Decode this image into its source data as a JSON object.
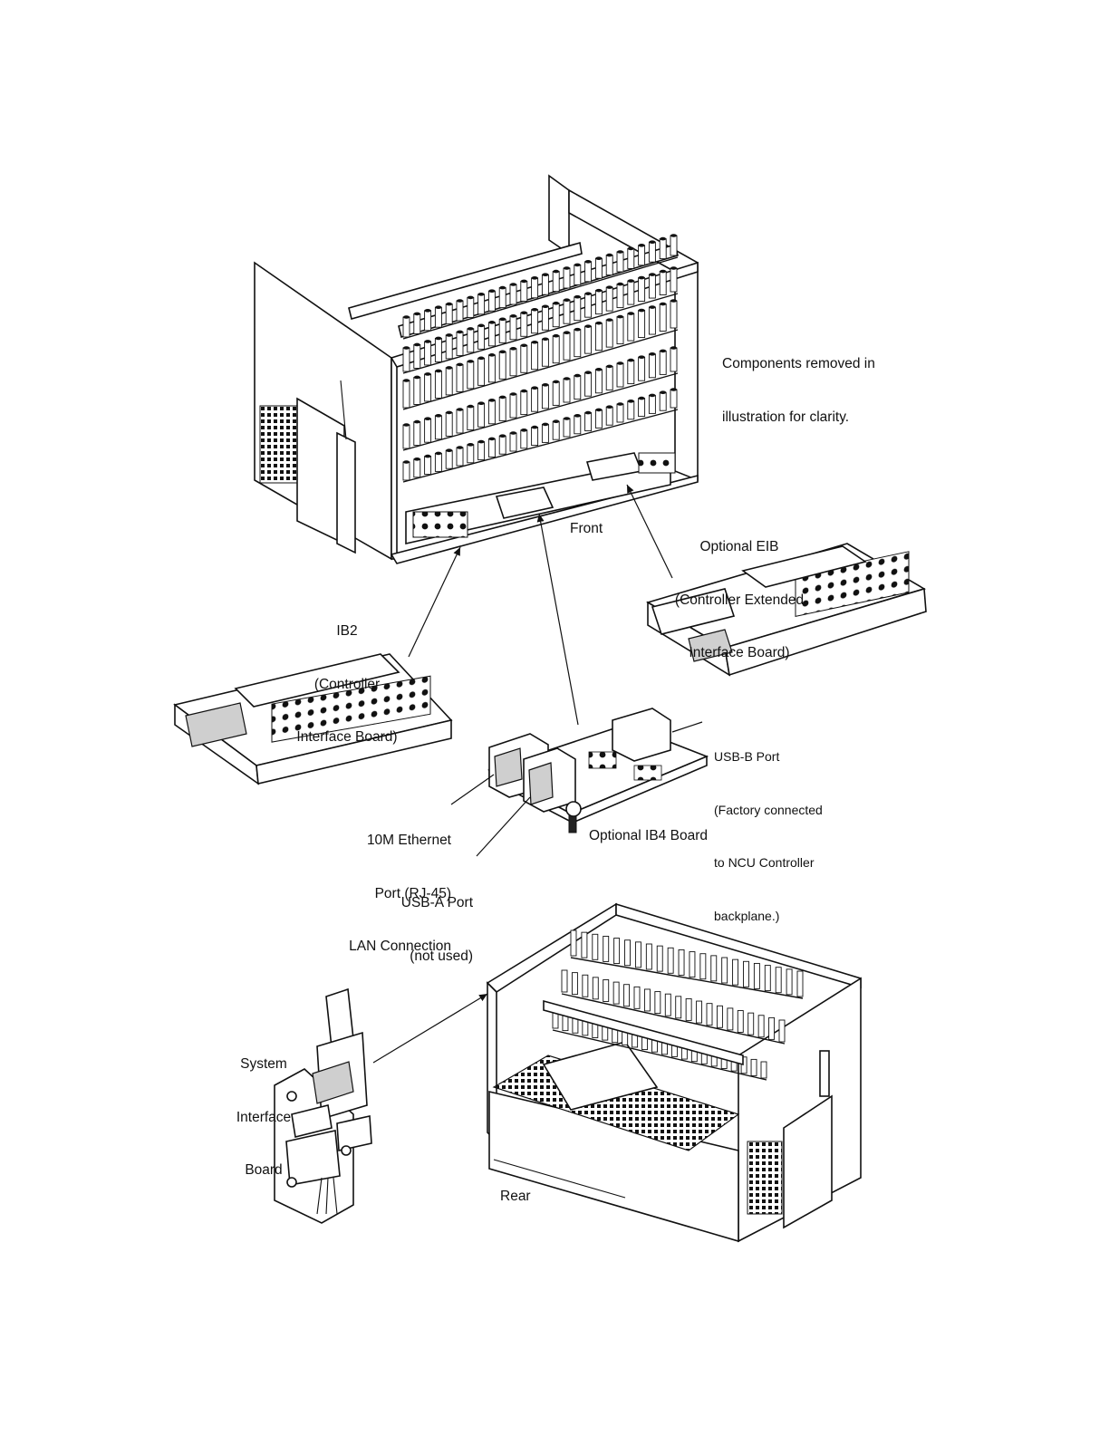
{
  "notes": {
    "components_removed": [
      "Components removed in",
      "illustration for clarity."
    ]
  },
  "views": {
    "front": "Front",
    "rear": "Rear"
  },
  "labels": {
    "eib": [
      "Optional EIB",
      "(Controller Extended",
      "Interface Board)"
    ],
    "ib2": [
      "IB2",
      "(Controller",
      "Interface Board)"
    ],
    "usb_b": [
      "USB-B Port",
      "(Factory connected",
      "to NCU Controller",
      "backplane.)"
    ],
    "ethernet": [
      "10M Ethernet",
      "Port (RJ-45)",
      "LAN Connection"
    ],
    "ib4": "Optional IB4 Board",
    "usb_a": [
      "USB-A Port",
      "(not used)"
    ],
    "system_interface": [
      "System",
      "Interface",
      "Board"
    ]
  },
  "colors": {
    "line": "#111111",
    "background": "#ffffff",
    "shade": "#cfcfcf"
  }
}
